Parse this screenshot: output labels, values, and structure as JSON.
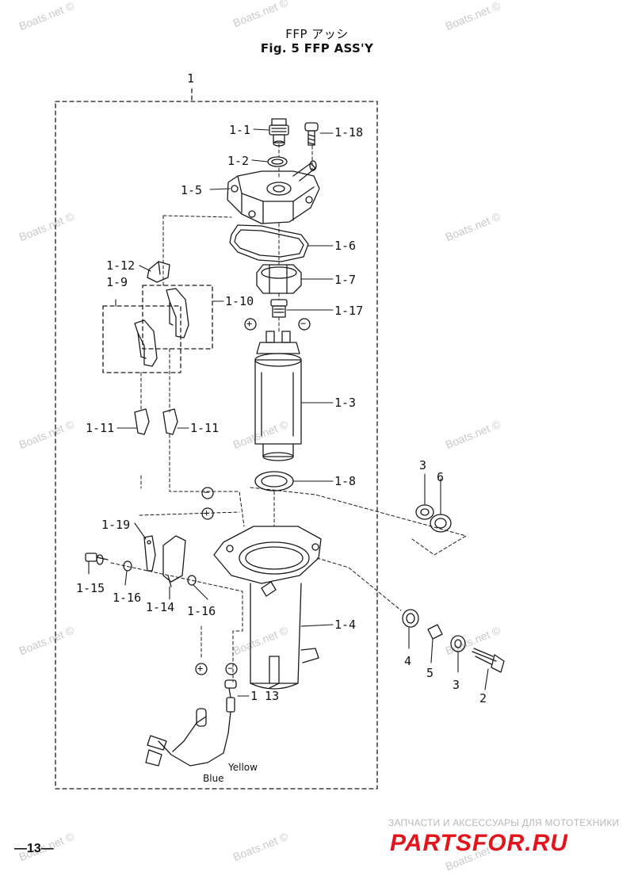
{
  "header": {
    "title_jp": "FFP アッシ",
    "title_en": "Fig. 5    FFP ASS'Y"
  },
  "labels": {
    "assembly": "1",
    "p1_1": "1-1",
    "p1_18": "1-18",
    "p1_2": "1-2",
    "p1_5": "1-5",
    "p1_6": "1-6",
    "p1_12": "1-12",
    "p1_9": "1-9",
    "p1_10": "1-10",
    "p1_7": "1-7",
    "p1_17": "1-17",
    "p1_3": "1-3",
    "p1_11_left": "1-11",
    "p1_11_right": "1-11",
    "p1_8": "1-8",
    "p1_19": "1-19",
    "p1_15": "1-15",
    "p1_16_left": "1-16",
    "p1_14": "1-14",
    "p1_16_right": "1-16",
    "p1_4": "1-4",
    "p1_13": "1  13",
    "p3_top": "3",
    "p6": "6",
    "p4": "4",
    "p5": "5",
    "p3_bottom": "3",
    "p2": "2"
  },
  "wires": {
    "yellow": "Yellow",
    "blue": "Blue"
  },
  "polarity": {
    "plus": "+",
    "minus": "−"
  },
  "watermark": "Boats.net ©",
  "footer": {
    "page": "—13—",
    "ad_text": "ЗАПЧАСТИ И АКСЕССУАРЫ ДЛЯ МОТОТЕХНИКИ",
    "ad_logo": "PARTSFOR.RU"
  },
  "colors": {
    "line": "#1a1a1a",
    "watermark": "#c9c9c9",
    "ad_logo": "#e2151c"
  }
}
